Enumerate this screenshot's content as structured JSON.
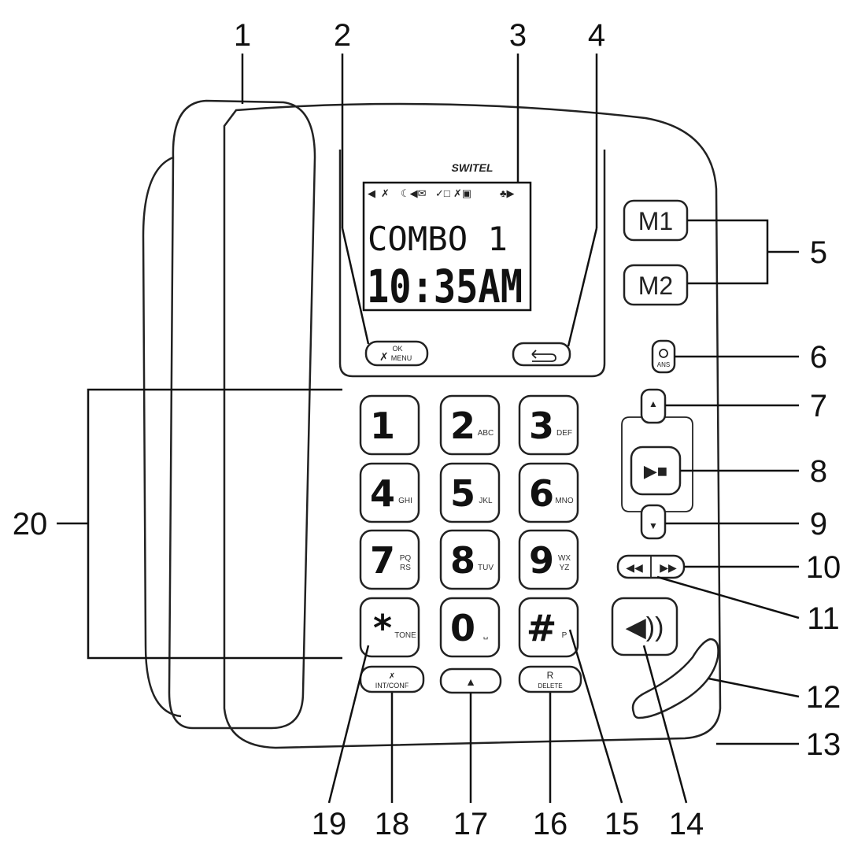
{
  "display": {
    "brand": "SWITEL",
    "line1": "COMBO 1",
    "line2": "10:35AM"
  },
  "memory_keys": [
    "M1",
    "M2"
  ],
  "ok_menu_label": "OK\nMENU",
  "ans_label": "ANS",
  "keypad": [
    {
      "digit": "1",
      "sub": ""
    },
    {
      "digit": "2",
      "sub": "ABC"
    },
    {
      "digit": "3",
      "sub": "DEF"
    },
    {
      "digit": "4",
      "sub": "GHI"
    },
    {
      "digit": "5",
      "sub": "JKL"
    },
    {
      "digit": "6",
      "sub": "MNO"
    },
    {
      "digit": "7",
      "sub": "PQ\nRS"
    },
    {
      "digit": "8",
      "sub": "TUV"
    },
    {
      "digit": "9",
      "sub": "WX\nYZ"
    },
    {
      "digit": "*",
      "sub": "TONE"
    },
    {
      "digit": "0",
      "sub": "␣"
    },
    {
      "digit": "#",
      "sub": "P"
    }
  ],
  "function_keys": {
    "int_conf": "INT/CONF",
    "redial_delete_top": "R",
    "redial_delete_bottom": "DELETE"
  },
  "callouts": [
    "1",
    "2",
    "3",
    "4",
    "5",
    "6",
    "7",
    "8",
    "9",
    "10",
    "11",
    "12",
    "13",
    "14",
    "15",
    "16",
    "17",
    "18",
    "19",
    "20"
  ]
}
